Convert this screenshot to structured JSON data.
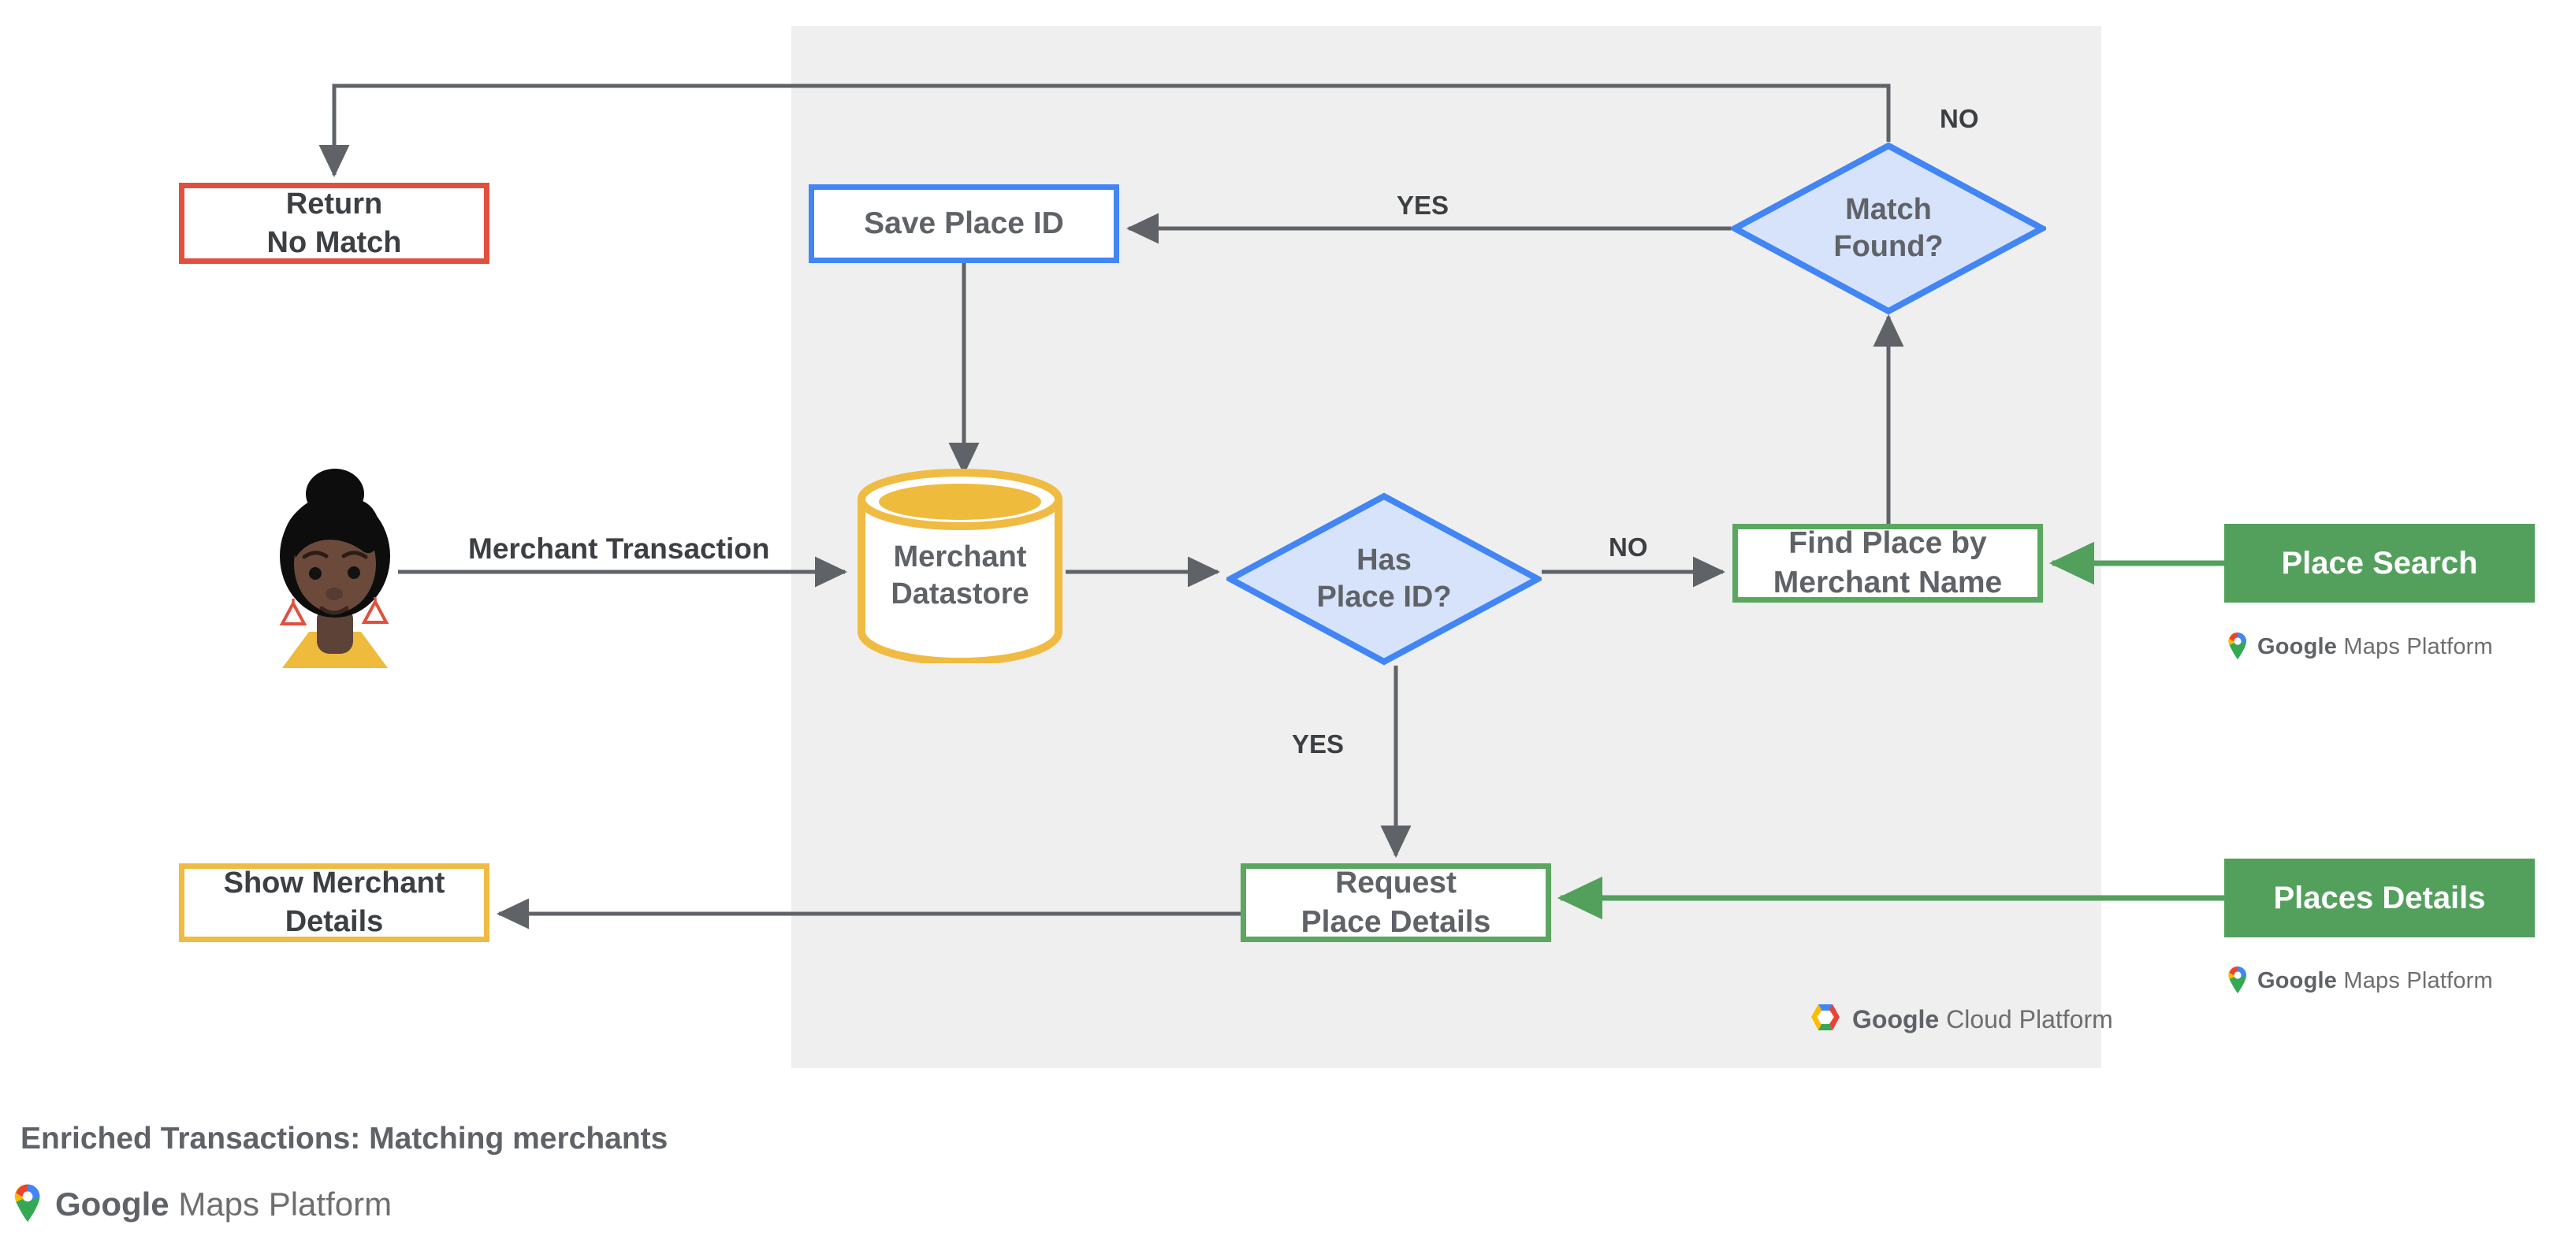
{
  "diagram": {
    "title": "Enriched Transactions: Matching merchants",
    "panel_label": "Google Cloud Platform",
    "colors": {
      "panel_bg": "#EFEFEF",
      "red": "#E1503E",
      "blue": "#4285F4",
      "blue_fill": "#D7E3FB",
      "green": "#52A05C",
      "green_border": "#5BA75F",
      "yellow": "#F0BB42",
      "wire": "#5F6368",
      "text": "#5F6368"
    }
  },
  "nodes": {
    "return_no_match": "Return\nNo Match",
    "save_place_id": "Save Place ID",
    "merchant_datastore": "Merchant\nDatastore",
    "has_place_id": "Has\nPlace ID?",
    "match_found": "Match\nFound?",
    "find_place_by_merchant_name": "Find Place by\nMerchant Name",
    "request_place_details": "Request\nPlace Details",
    "show_merchant_details": "Show Merchant\nDetails"
  },
  "products": {
    "place_search": "Place Search",
    "places_details": "Places Details",
    "attribution": "Google Maps Platform",
    "attribution_brand": "Google",
    "attribution_suffix": " Maps Platform"
  },
  "cloud": {
    "brand": "Google",
    "suffix": " Cloud Platform"
  },
  "edge_labels": {
    "merchant_transaction": "Merchant Transaction",
    "yes_match_found": "YES",
    "no_match_found": "NO",
    "no_has_place_id": "NO",
    "yes_has_place_id": "YES"
  },
  "caption": {
    "title": "Enriched Transactions: Matching merchants",
    "brand": "Google",
    "suffix": " Maps Platform"
  }
}
